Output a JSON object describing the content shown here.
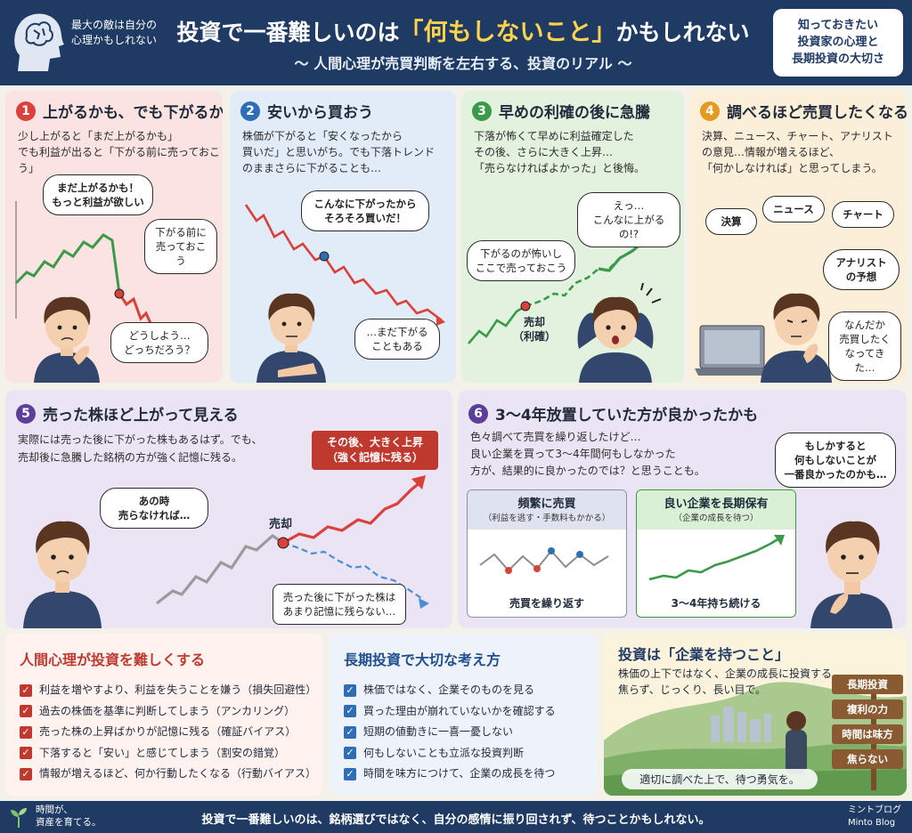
{
  "header": {
    "head_note": "最大の敵は自分の心理かもしれない",
    "title_pre": "投資で一番難しいのは",
    "title_highlight": "「何もしないこと」",
    "title_post": "かもしれない",
    "subtitle": "〜 人間心理が売買判断を左右する、投資のリアル 〜",
    "tag_lines": [
      "知っておきたい",
      "投資家の心理と",
      "長期投資の大切さ"
    ]
  },
  "panels": {
    "p1": {
      "num": "1",
      "title": "上がるかも、でも下がるかも",
      "text": [
        "少し上がると「まだ上がるかも」",
        "でも利益が出ると「下がる前に売っておこう」"
      ],
      "bubble1": [
        "まだ上がるかも！",
        "もっと利益が欲しい"
      ],
      "bubble2": [
        "下がる前に",
        "売っておこう"
      ],
      "bubble3": [
        "どうしよう…",
        "どっちだろう？"
      ]
    },
    "p2": {
      "num": "2",
      "title": "安いから買おう",
      "text": [
        "株価が下がると「安くなったから",
        "買いだ」と思いがち。でも下落トレンド",
        "のままさらに下がることも…"
      ],
      "bubble1": [
        "こんなに下がったから",
        "そろそろ買いだ！"
      ],
      "bubble2": [
        "…まだ下がる",
        "こともある"
      ]
    },
    "p3": {
      "num": "3",
      "title": "早めの利確の後に急騰",
      "text": [
        "下落が怖くて早めに利益確定した",
        "その後、さらに大きく上昇…",
        "「売らなければよかった」と後悔。"
      ],
      "bubble1": [
        "えっ…",
        "こんなに上がるの!?"
      ],
      "bubble2": [
        "下がるのが怖いし",
        "ここで売っておこう"
      ],
      "sell_label": [
        "売却",
        "（利確）"
      ]
    },
    "p4": {
      "num": "4",
      "title": "調べるほど売買したくなる",
      "text": [
        "決算、ニュース、チャート、アナリスト",
        "の意見…情報が増えるほど、",
        "「何かしなければ」と思ってしまう。"
      ],
      "clouds": [
        "決算",
        "ニュース",
        "チャート",
        "アナリスト",
        "の予想"
      ],
      "bubble": [
        "なんだか",
        "売買したく",
        "なってきた…"
      ]
    },
    "p5": {
      "num": "5",
      "title": "売った株ほど上がって見える",
      "text": [
        "実際には売った後に下がった株もあるはず。でも、",
        "売却後に急騰した銘柄の方が強く記憶に残る。"
      ],
      "callout": [
        "その後、大きく上昇",
        "（強く記憶に残る）"
      ],
      "sell_label": "売却",
      "bubble1": [
        "あの時",
        "売らなければ…"
      ],
      "bubble2": [
        "売った後に下がった株は",
        "あまり記憶に残らない…"
      ]
    },
    "p6": {
      "num": "6",
      "title": "3〜4年放置していた方が良かったかも",
      "text": [
        "色々調べて売買を繰り返したけど…",
        "良い企業を買って3〜4年間何もしなかった",
        "方が、結果的に良かったのでは？と思うことも。"
      ],
      "bubble": [
        "もしかすると",
        "何もしないことが",
        "一番良かったのかも…"
      ],
      "card1": {
        "title": "頻繁に売買",
        "sub": "（利益を逃す・手数料もかかる）",
        "foot": "売買を繰り返す"
      },
      "card2": {
        "title": "良い企業を長期保有",
        "sub": "（企業の成長を待つ）",
        "foot": "3〜4年持ち続ける"
      }
    }
  },
  "box1": {
    "title": "人間心理が投資を難しくする",
    "items": [
      "利益を増やすより、利益を失うことを嫌う（損失回避性）",
      "過去の株価を基準に判断してしまう（アンカリング）",
      "売った株の上昇ばかりが記憶に残る（確証バイアス）",
      "下落すると「安い」と感じてしまう（割安の錯覚）",
      "情報が増えるほど、何か行動したくなる（行動バイアス）"
    ]
  },
  "box2": {
    "title": "長期投資で大切な考え方",
    "items": [
      "株価ではなく、企業そのものを見る",
      "買った理由が崩れていないかを確認する",
      "短期の値動きに一喜一憂しない",
      "何もしないことも立派な投資判断",
      "時間を味方につけて、企業の成長を待つ"
    ]
  },
  "box3": {
    "title": "投資は「企業を持つこと」",
    "text": [
      "株価の上下ではなく、企業の成長に投資する。",
      "焦らず、じっくり、長い目で。"
    ],
    "signs": [
      "長期投資",
      "複利の力",
      "時間は味方",
      "焦らない"
    ],
    "caption": "適切に調べた上で、待つ勇気を。"
  },
  "footer": {
    "motto": [
      "時間が、",
      "資産を育てる。"
    ],
    "message": "投資で一番難しいのは、銘柄選びではなく、自分の感情に振り回されず、待つことかもしれない。",
    "brand": [
      "ミントブログ",
      "Minto Blog"
    ]
  },
  "colors": {
    "navy": "#1f3a63",
    "red": "#d9413a",
    "blue": "#2f6db5",
    "green": "#3a9a4a",
    "orange": "#e39a1f",
    "purple": "#5b3f99",
    "gold": "#ffd34d"
  }
}
